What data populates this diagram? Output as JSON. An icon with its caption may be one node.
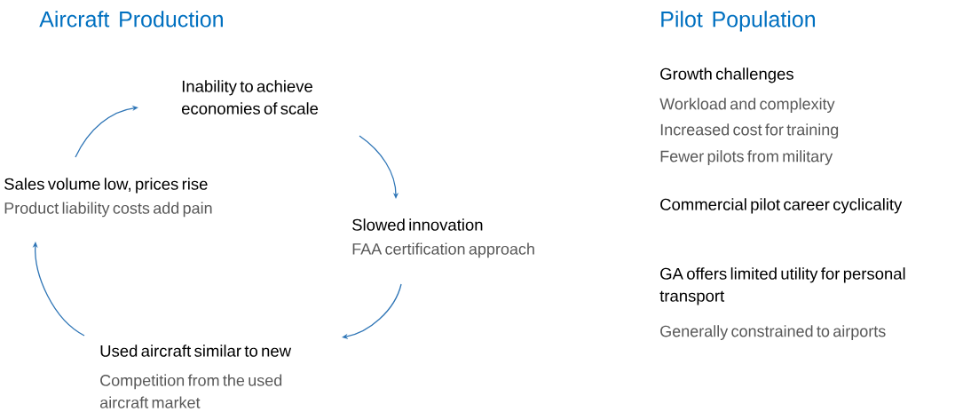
{
  "diagram": {
    "title": "Aircraft Production",
    "nodes": [
      {
        "text": [
          "Inability to achieve economies of scale"
        ]
      },
      {
        "text": [
          "Sales volume low, prices rise",
          "Product liability costs add pain"
        ]
      },
      {
        "text": [
          "Slowed innovation",
          "FAA certification approach"
        ]
      },
      {
        "text": [
          "Used aircraft similar to new",
          "Competition from the used aircraft market"
        ]
      }
    ],
    "edges": [
      {
        "from": 1,
        "to": 0,
        "arrow": "to"
      },
      {
        "from": 0,
        "to": 2,
        "arrow": "to"
      },
      {
        "from": 2,
        "to": 3,
        "arrow": "to"
      },
      {
        "from": 3,
        "to": 1,
        "arrow": "to"
      }
    ],
    "labels": [
      "Pilot Population",
      "Growth challenges",
      "Workload and complexity",
      "Increased cost for training",
      "Fewer pilots from military",
      "Commercial pilot career cyclicality",
      "GA offers limited utility for personal transport",
      "Generally constrained to airports"
    ]
  }
}
